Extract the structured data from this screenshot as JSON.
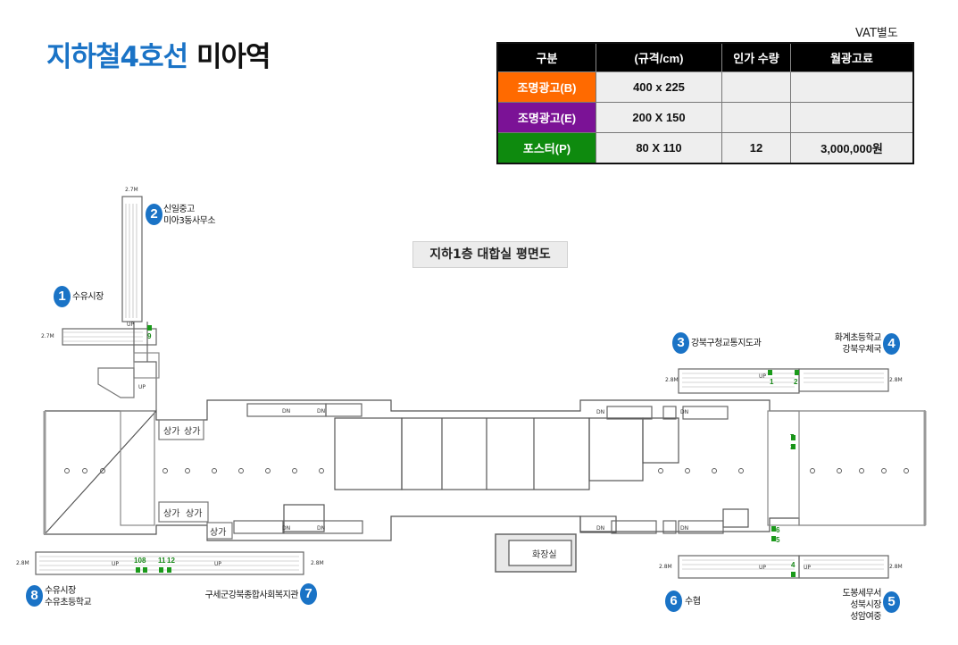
{
  "header": {
    "title_blue": "지하철4호선",
    "title_black": "미아역",
    "vat_note": "VAT별도"
  },
  "price_table": {
    "headers": [
      "구분",
      "(규격/cm)",
      "인가 수량",
      "월광고료"
    ],
    "rows": [
      {
        "type": "조명광고(B)",
        "size": "400 x 225",
        "qty": "",
        "fee": "",
        "color": "#ff6a00"
      },
      {
        "type": "조명광고(E)",
        "size": "200 X 150",
        "qty": "",
        "fee": "",
        "color": "#7b1296"
      },
      {
        "type": "포스터(P)",
        "size": "80 X 110",
        "qty": "12",
        "fee": "3,000,000원",
        "color": "#0e8a0e"
      }
    ]
  },
  "plan": {
    "label": "지하1층 대합실 평면도",
    "exits": [
      {
        "num": "1",
        "lines": [
          "수유시장"
        ]
      },
      {
        "num": "2",
        "lines": [
          "신일중고",
          "미아3동사무소"
        ]
      },
      {
        "num": "3",
        "lines": [
          "강북구청교통지도과"
        ]
      },
      {
        "num": "4",
        "lines": [
          "화계초등학교",
          "강북우체국"
        ]
      },
      {
        "num": "5",
        "lines": [
          "도봉세무서",
          "성북시장",
          "성암여중"
        ]
      },
      {
        "num": "6",
        "lines": [
          "수협"
        ]
      },
      {
        "num": "7",
        "lines": [
          "구세군강북종합사회복지관"
        ]
      },
      {
        "num": "8",
        "lines": [
          "수유시장",
          "수유초등학교"
        ]
      }
    ],
    "rooms": {
      "shop": "상가",
      "restroom": "화장실",
      "up": "UP",
      "dn": "DN"
    },
    "stair_widths": [
      "2.7M",
      "2.7M",
      "2.8M",
      "2.8M",
      "2.8M",
      "2.8M",
      "2.8M",
      "2.8M"
    ],
    "poster_tags": [
      "1",
      "2",
      "3",
      "4",
      "5",
      "6",
      "7",
      "8",
      "9",
      "10",
      "11",
      "12"
    ]
  }
}
